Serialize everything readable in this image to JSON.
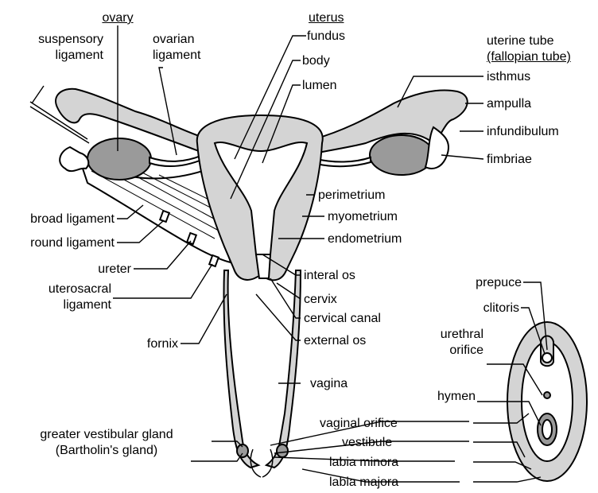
{
  "labels": {
    "ovary": "ovary",
    "suspensory_1": "suspensory",
    "suspensory_2": "ligament",
    "ovarian_lig_1": "ovarian",
    "ovarian_lig_2": "ligament",
    "uterus": "uterus",
    "fundus": "fundus",
    "body": "body",
    "lumen": "lumen",
    "uterine_tube_1": "uterine tube",
    "uterine_tube_2": "(fallopian tube)",
    "isthmus": "isthmus",
    "ampulla": "ampulla",
    "infundibulum": "infundibulum",
    "fimbriae": "fimbriae",
    "perimetrium": "perimetrium",
    "myometrium": "myometrium",
    "endometrium": "endometrium",
    "broad_ligament": "broad ligament",
    "round_ligament": "round ligament",
    "ureter": "ureter",
    "uterosacral_1": "uterosacral",
    "uterosacral_2": "ligament",
    "interal_os": "interal os",
    "cervix": "cervix",
    "cervical_canal": "cervical canal",
    "external_os": "external os",
    "fornix": "fornix",
    "vagina": "vagina",
    "prepuce": "prepuce",
    "clitoris": "clitoris",
    "urethral_1": "urethral",
    "urethral_2": "orifice",
    "hymen": "hymen",
    "greater_vestibular_1": "greater vestibular gland",
    "greater_vestibular_2": "(Bartholin's gland)",
    "vaginal_orifice": "vaginal orifice",
    "vestibule": "vestibule",
    "labia_minora": "labia minora",
    "labia_majora": "labia majora"
  }
}
